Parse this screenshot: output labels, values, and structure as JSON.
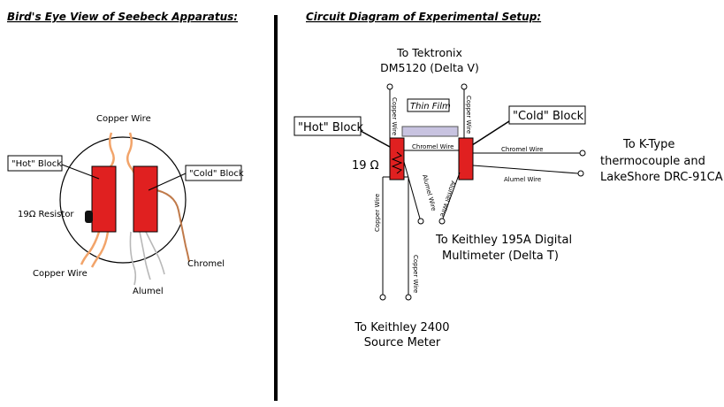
{
  "left": {
    "title": "Bird's Eye View of Seebeck Apparatus:",
    "labels": {
      "copper_top": "Copper Wire",
      "hot_block": "\"Hot\" Block",
      "cold_block": "\"Cold\" Block",
      "resistor": "19Ω Resistor",
      "copper_bottom": "Copper Wire",
      "alumel": "Alumel",
      "chromel": "Chromel"
    }
  },
  "right": {
    "title": "Circuit Diagram of Experimental Setup:",
    "labels": {
      "tektronix_1": "To Tektronix",
      "tektronix_2": "DM5120 (Delta V)",
      "thin_film": "Thin Film",
      "hot_block": "\"Hot\" Block",
      "cold_block": "\"Cold\" Block",
      "resistance": "19 Ω",
      "chromel_wire_mid": "Chromel Wire",
      "chromel_wire_right": "Chromel Wire",
      "alumel_wire_right": "Alumel Wire",
      "alumel_wire_hot": "Alumel Wire",
      "alumel_wire_cold": "Alumel Wire",
      "copper_wire_top_hot": "Copper Wire",
      "copper_wire_top_cold": "Copper Wire",
      "copper_wire_bottom_1": "Copper Wire",
      "copper_wire_bottom_2": "Copper Wire",
      "ktype_1": "To K-Type",
      "ktype_2": "thermocouple and",
      "ktype_3": "LakeShore DRC-91CA",
      "keithley195_1": "To Keithley 195A Digital",
      "keithley195_2": "Multimeter (Delta T)",
      "keithley2400_1": "To Keithley 2400",
      "keithley2400_2": "Source Meter"
    }
  },
  "colors": {
    "block_fill": "#e02020",
    "copper": "#f2a46a",
    "chromel": "#c07a4a",
    "alumel": "#b8b8b8",
    "thin_film": "#c8c3e0",
    "divider": "#000000"
  }
}
